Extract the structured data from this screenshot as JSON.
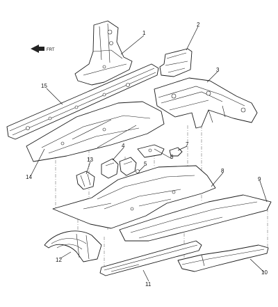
{
  "callouts": [
    "1",
    "2",
    "3",
    "4",
    "5",
    "6",
    "7",
    "8",
    "9",
    "10",
    "11",
    "12",
    "13",
    "14",
    "15"
  ],
  "forward_indicator": {
    "label": "FRT",
    "icon": "forward-arrow-icon"
  },
  "colors": {
    "line": "#1a1a1a",
    "background": "#ffffff"
  }
}
